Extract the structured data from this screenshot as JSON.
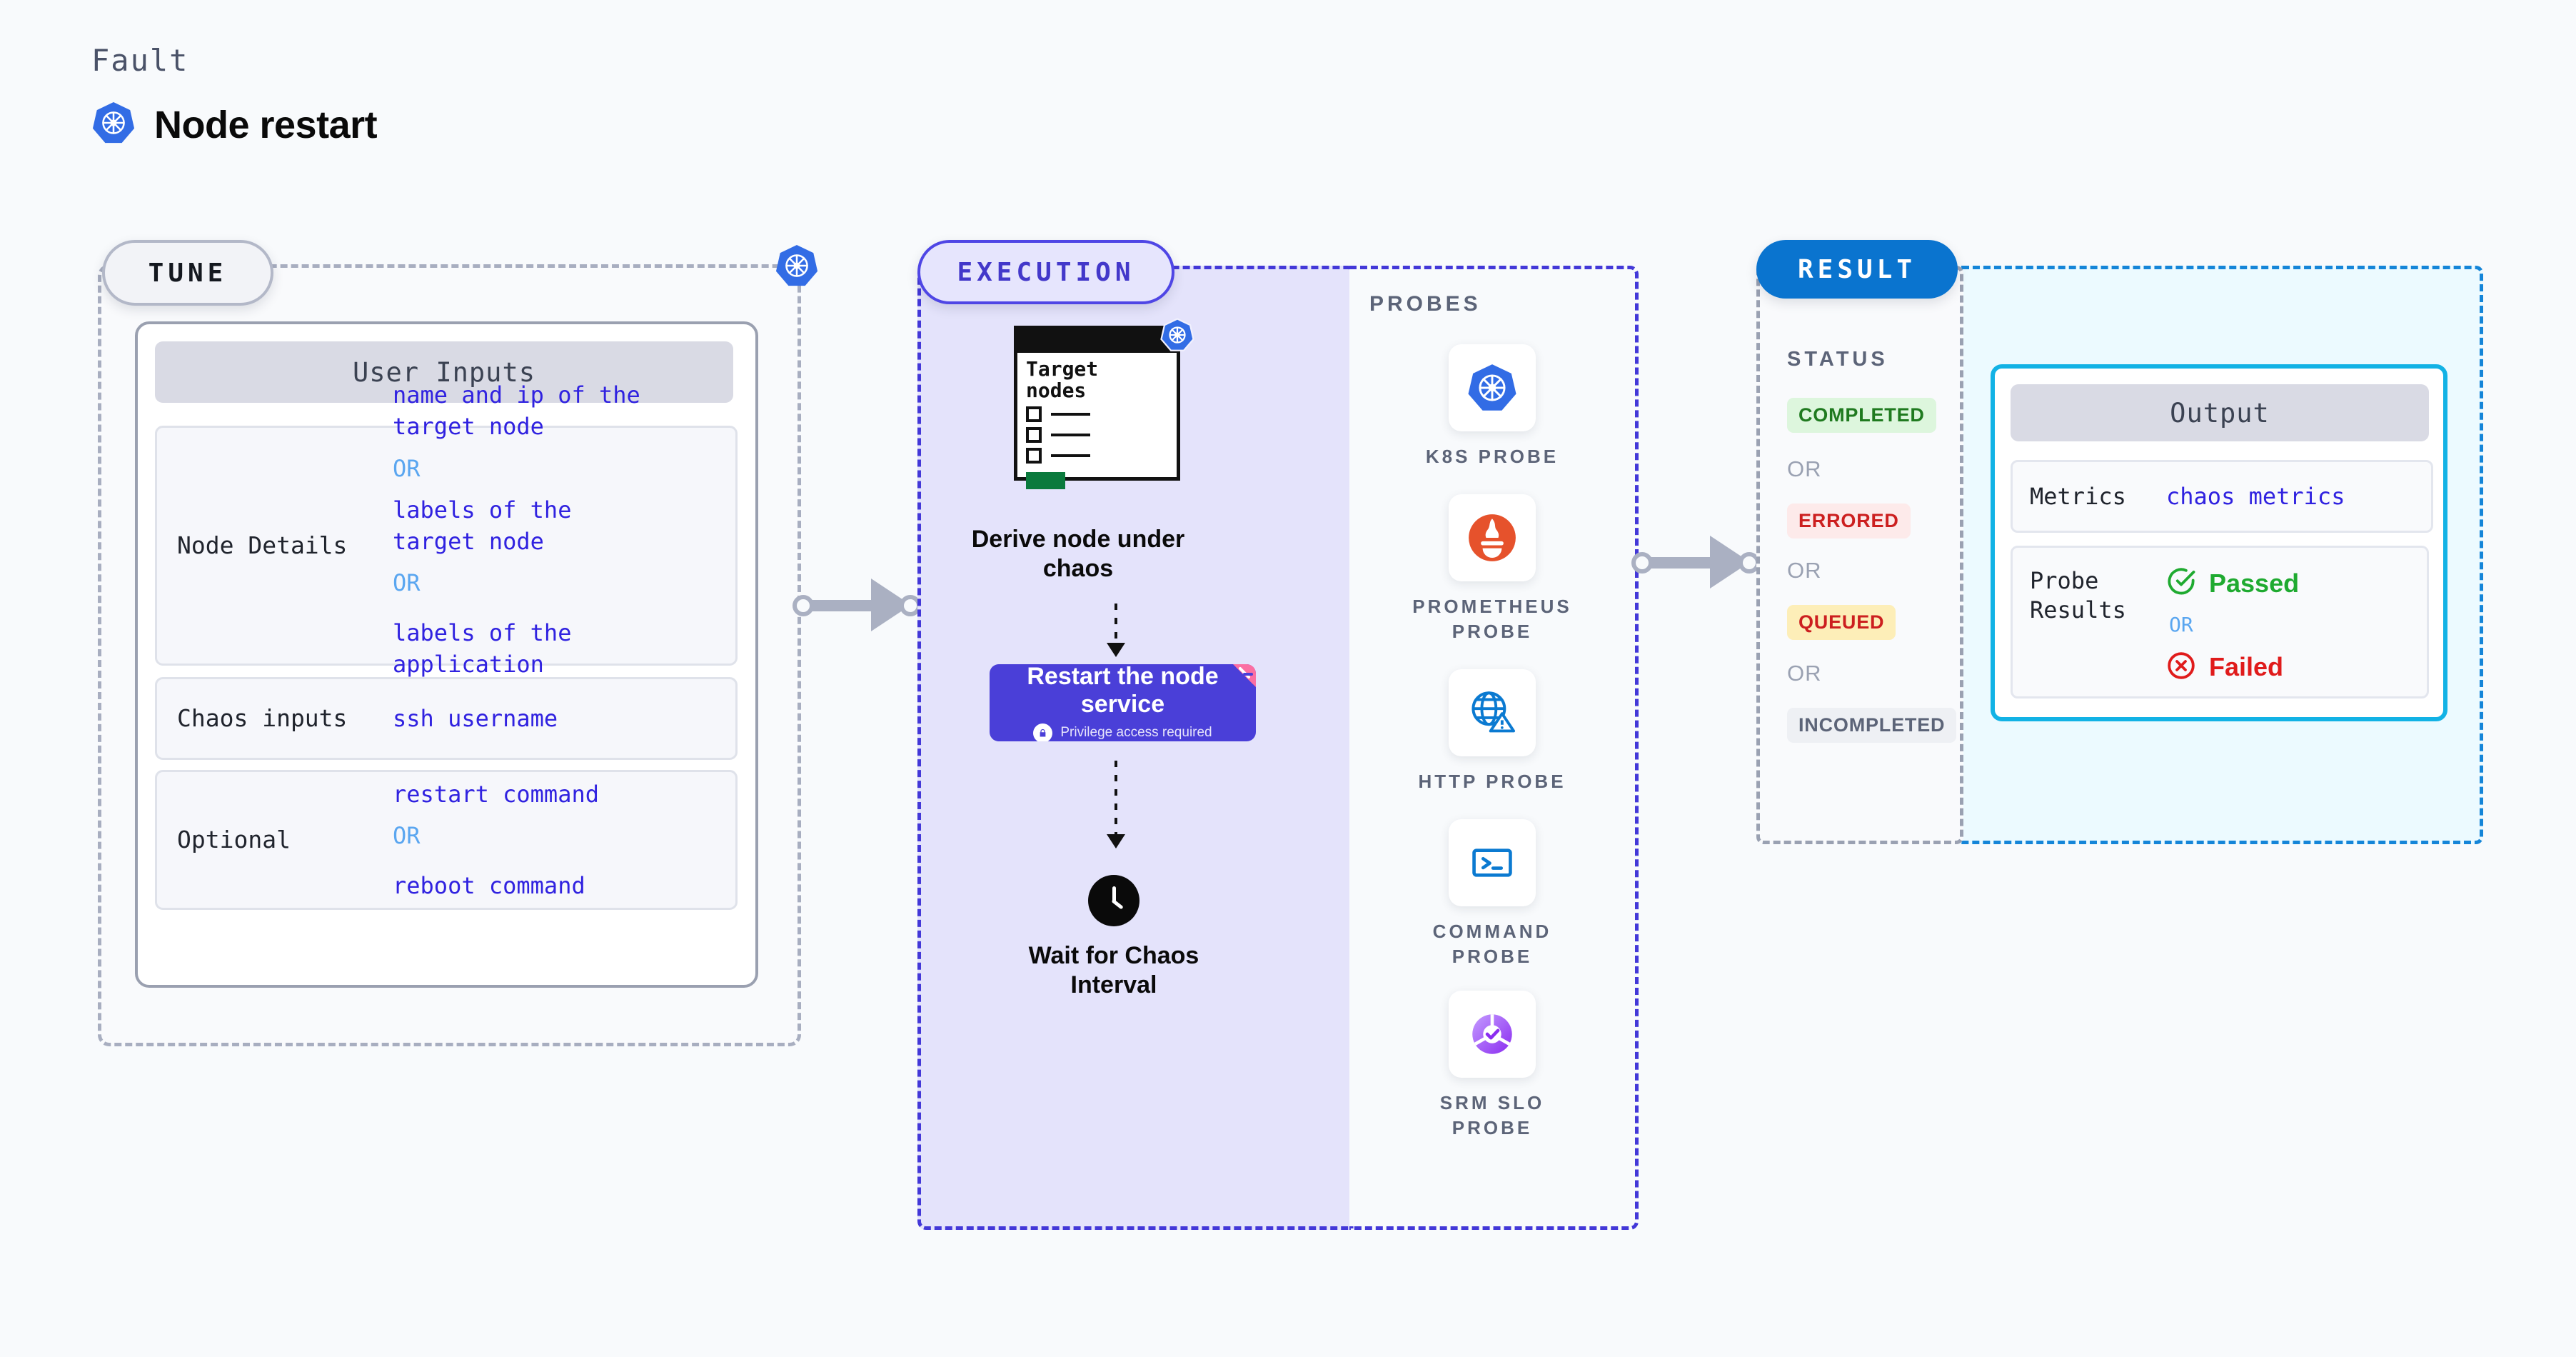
{
  "header": {
    "fault_label": "Fault",
    "fault_title": "Node restart",
    "icon": "kubernetes-icon"
  },
  "tune": {
    "badge": "TUNE",
    "corner_icon": "kubernetes-icon",
    "card_title": "User Inputs",
    "rows": [
      {
        "key": "Node Details",
        "values": [
          {
            "text": "name and ip of the\ntarget node",
            "kind": "value"
          },
          {
            "text": "OR",
            "kind": "or"
          },
          {
            "text": "labels of the\ntarget node",
            "kind": "value"
          },
          {
            "text": "OR",
            "kind": "or"
          },
          {
            "text": "labels of the application\n scheduled on target node",
            "kind": "value"
          }
        ]
      },
      {
        "key": "Chaos inputs",
        "values": [
          {
            "text": "ssh username",
            "kind": "value"
          }
        ]
      },
      {
        "key": "Optional",
        "values": [
          {
            "text": "restart command",
            "kind": "value"
          },
          {
            "text": "OR",
            "kind": "or"
          },
          {
            "text": "reboot command",
            "kind": "value"
          }
        ]
      }
    ]
  },
  "execution": {
    "badge": "EXECUTION",
    "steps": [
      {
        "label": "Derive node under\nchaos",
        "doc_title": "Target\nnodes",
        "icon": "kubernetes-icon"
      },
      {
        "label": "Restart the node\nservice",
        "sub": "Privilege access required",
        "icon": "lock-icon",
        "ribbon": "ribbon-badge"
      },
      {
        "label": "Wait for Chaos\nInterval",
        "icon": "clock-icon"
      }
    ]
  },
  "probes": {
    "label": "PROBES",
    "items": [
      {
        "name": "K8S PROBE",
        "icon": "kubernetes-icon"
      },
      {
        "name": "PROMETHEUS\nPROBE",
        "icon": "prometheus-icon"
      },
      {
        "name": "HTTP PROBE",
        "icon": "globe-warning-icon"
      },
      {
        "name": "COMMAND\nPROBE",
        "icon": "terminal-icon"
      },
      {
        "name": "SRM SLO\nPROBE",
        "icon": "srm-slo-donut-icon"
      }
    ]
  },
  "result": {
    "badge": "RESULT",
    "status_label": "STATUS",
    "statuses": [
      {
        "text": "COMPLETED",
        "bg": "#ddf6dd",
        "fg": "#1f7a1f"
      },
      {
        "text": "OR",
        "bg": "",
        "fg": "#9aa1b2"
      },
      {
        "text": "ERRORED",
        "bg": "#fdeaea",
        "fg": "#cc1f1f"
      },
      {
        "text": "OR",
        "bg": "",
        "fg": "#9aa1b2"
      },
      {
        "text": "QUEUED",
        "bg": "#fdeeb8",
        "fg": "#cc1f1f"
      },
      {
        "text": "OR",
        "bg": "",
        "fg": "#9aa1b2"
      },
      {
        "text": "INCOMPLETED",
        "bg": "#eef0f4",
        "fg": "#5c6478"
      }
    ],
    "output": {
      "title": "Output",
      "rows": [
        {
          "key": "Metrics",
          "value": "chaos metrics"
        },
        {
          "key": "Probe\nResults",
          "passed": "Passed",
          "or": "OR",
          "failed": "Failed",
          "passed_icon": "check-circle-icon",
          "failed_icon": "x-circle-icon"
        }
      ]
    }
  },
  "connectors": [
    {
      "name": "tune-to-execution-arrow"
    },
    {
      "name": "execution-to-result-arrow"
    }
  ],
  "colors": {
    "brand_blue": "#4a3fd8",
    "k8s_blue": "#326ce5",
    "result_blue": "#0a74cf",
    "cyan": "#12b2e5",
    "value_blue": "#3022e0",
    "or_blue": "#5aa6f0",
    "pink_ribbon": "#fb6fa3",
    "green": "#1f7a1f",
    "red": "#cc1f1f"
  }
}
